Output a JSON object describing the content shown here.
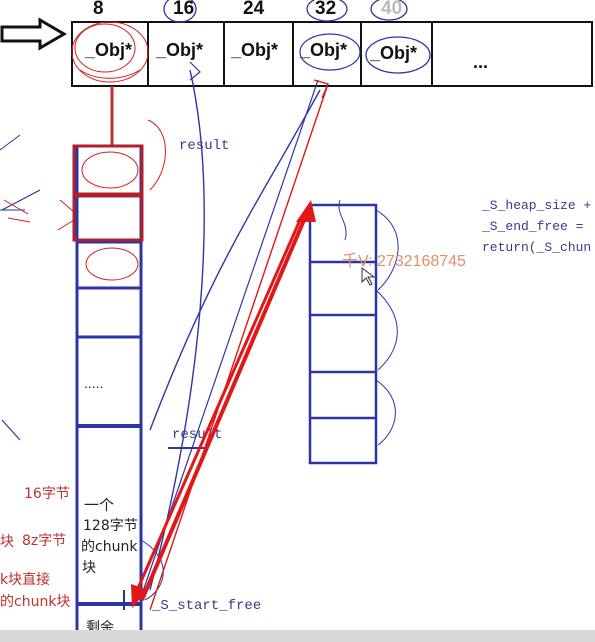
{
  "free_list": {
    "sizes": [
      "8",
      "16",
      "24",
      "32",
      "40"
    ],
    "cells": [
      "_Obj*",
      "_Obj*",
      "_Obj*",
      "_Obj*",
      "_Obj*"
    ],
    "ellipsis": "..."
  },
  "left_column": {
    "result_label": "result",
    "dots": ".....",
    "result_label_2": "result",
    "chunk_text": [
      "一个",
      "128字节",
      "的chunk",
      "块"
    ],
    "remaining": "剩余"
  },
  "left_notes": {
    "note_16": "16字节",
    "note_kuai": "块",
    "note_8": "8z字节",
    "note_direct": "k块直接",
    "note_chunk": "的chunk块"
  },
  "start_free": "_S_start_free",
  "watermark": "千V: 2732168745",
  "code": [
    "_S_heap_size +",
    "_S_end_free =",
    "return(_S_chun"
  ],
  "colors": {
    "blue": "#2b35a8",
    "red": "#d42020",
    "dark_red": "#b0202a",
    "watermark": "#e0906a",
    "code": "#3a3a8a"
  }
}
